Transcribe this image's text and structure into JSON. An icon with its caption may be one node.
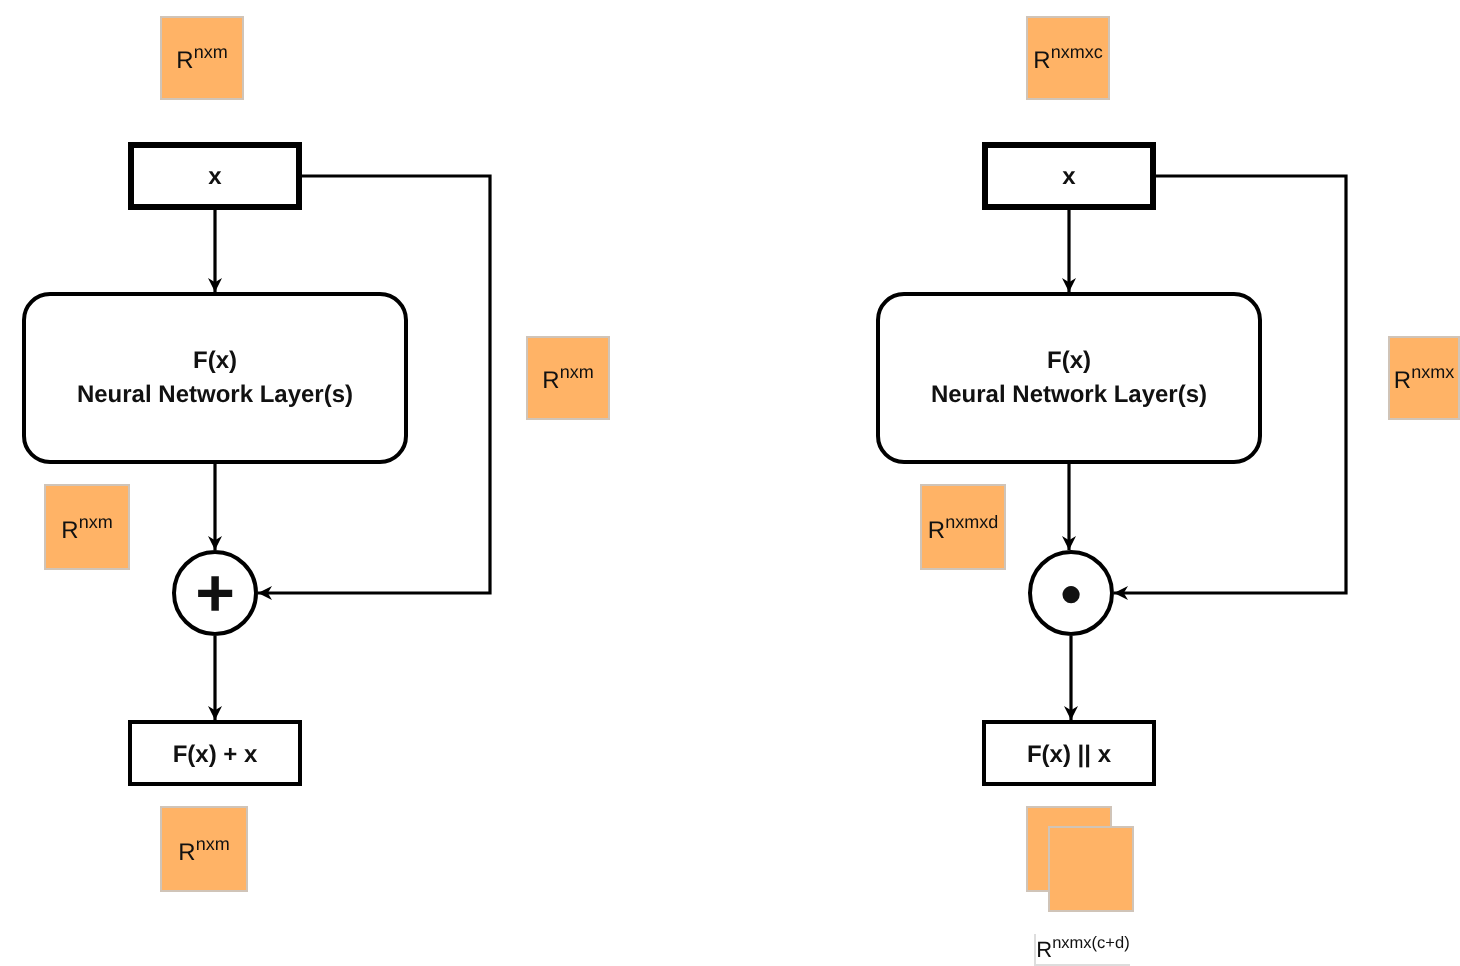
{
  "diagram": {
    "nodes": [
      {
        "text": [
          "R$^{nxm}$"
        ]
      },
      {
        "text": [
          "R$^{nxmxc}$"
        ]
      },
      {
        "text": [
          "x"
        ]
      },
      {
        "text": [
          "x"
        ]
      },
      {
        "text": [
          "F(x)",
          "Neural Network Layer(s)"
        ]
      },
      {
        "text": [
          "F(x)",
          "Neural Network Layer(s)"
        ]
      },
      {
        "text": [
          "R$^{nxm}$"
        ]
      },
      {
        "text": [
          "R$^{nxmx}$"
        ]
      },
      {
        "text": [
          "R$^{nxm}$"
        ]
      },
      {
        "text": [
          "R$^{nxmxd}$"
        ]
      },
      {
        "text": [
          "+"
        ]
      },
      {
        "text": [
          "●"
        ]
      },
      {
        "text": [
          "F(x) + x"
        ]
      },
      {
        "text": [
          "F(x) || x"
        ]
      },
      {
        "text": [
          "R$^{nxm}$"
        ]
      },
      {
        "text": [
          "R$^{nxmx(c+d)}$"
        ]
      }
    ],
    "edges": [
      {
        "from": 2,
        "to": 4,
        "arrow": "to"
      },
      {
        "from": 4,
        "to": 10,
        "arrow": "to"
      },
      {
        "from": 2,
        "to": 10,
        "arrow": "to"
      },
      {
        "from": 10,
        "to": 12,
        "arrow": "to"
      },
      {
        "from": 3,
        "to": 5,
        "arrow": "to"
      },
      {
        "from": 5,
        "to": 11,
        "arrow": "to"
      },
      {
        "from": 3,
        "to": 11,
        "arrow": "to"
      },
      {
        "from": 11,
        "to": 13,
        "arrow": "to"
      }
    ]
  }
}
